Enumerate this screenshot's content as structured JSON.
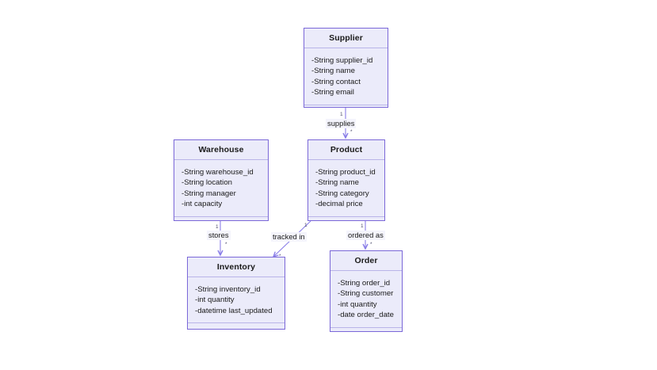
{
  "diagram": {
    "type": "uml-class-diagram",
    "background": "#ffffff",
    "node_fill": "#ebebfa",
    "node_border": "#7b68d8",
    "edge_color": "#8a7fe8",
    "classes": [
      {
        "id": "supplier",
        "name": "Supplier",
        "attributes": [
          "-String supplier_id",
          "-String name",
          "-String contact",
          "-String email"
        ],
        "methods": []
      },
      {
        "id": "warehouse",
        "name": "Warehouse",
        "attributes": [
          "-String warehouse_id",
          "-String location",
          "-String manager",
          "-int capacity"
        ],
        "methods": []
      },
      {
        "id": "product",
        "name": "Product",
        "attributes": [
          "-String product_id",
          "-String name",
          "-String category",
          "-decimal price"
        ],
        "methods": []
      },
      {
        "id": "inventory",
        "name": "Inventory",
        "attributes": [
          "-String inventory_id",
          "-int quantity",
          "-datetime last_updated"
        ],
        "methods": []
      },
      {
        "id": "order",
        "name": "Order",
        "attributes": [
          "-String order_id",
          "-String customer",
          "-int quantity",
          "-date order_date"
        ],
        "methods": []
      }
    ],
    "relationships": [
      {
        "id": "supplies",
        "label": "supplies",
        "from": "supplier",
        "to": "product",
        "source_multiplicity": "1",
        "target_multiplicity": "*"
      },
      {
        "id": "stores",
        "label": "stores",
        "from": "warehouse",
        "to": "inventory",
        "source_multiplicity": "1",
        "target_multiplicity": "*"
      },
      {
        "id": "tracked-in",
        "label": "tracked in",
        "from": "product",
        "to": "inventory",
        "source_multiplicity": "1",
        "target_multiplicity": "*"
      },
      {
        "id": "ordered-as",
        "label": "ordered as",
        "from": "product",
        "to": "order",
        "source_multiplicity": "1",
        "target_multiplicity": "*"
      }
    ]
  }
}
